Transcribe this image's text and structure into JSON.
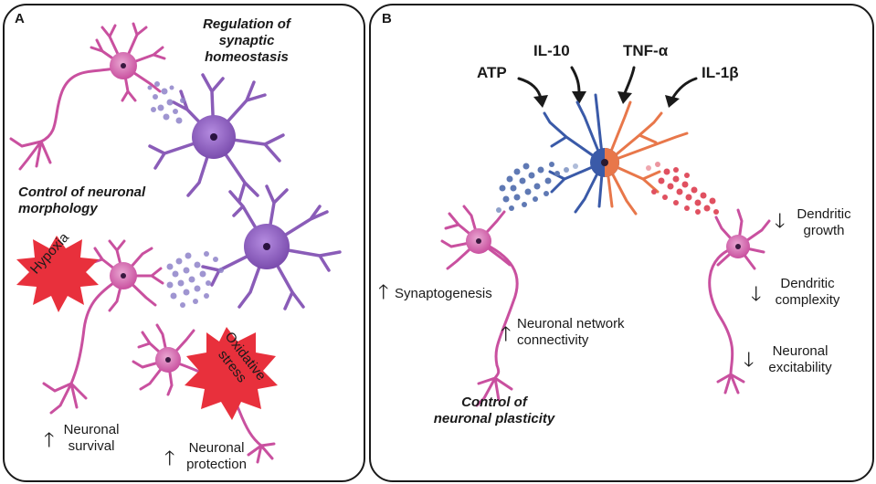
{
  "panel_a": {
    "letter": "A",
    "synaptic_title_1": "Regulation of synaptic",
    "synaptic_title_2": "homeostasis",
    "morphology_title_1": "Control of neuronal",
    "morphology_title_2": "morphology",
    "hypoxia": "Hypoxia",
    "oxidative_1": "Oxidative",
    "oxidative_2": "stress",
    "survival_1": "Neuronal",
    "survival_2": "survival",
    "protection_1": "Neuronal",
    "protection_2": "protection"
  },
  "panel_b": {
    "letter": "B",
    "cytokines": [
      "ATP",
      "IL-10",
      "TNF-α",
      "IL-1β"
    ],
    "synaptogenesis": "Synaptogenesis",
    "network_1": "Neuronal network",
    "network_2": "connectivity",
    "plasticity_1": "Control of",
    "plasticity_2": "neuronal plasticity",
    "dendritic_growth_1": "Dendritic",
    "dendritic_growth_2": "growth",
    "dendritic_complexity_1": "Dendritic",
    "dendritic_complexity_2": "complexity",
    "excitability_1": "Neuronal",
    "excitability_2": "excitability"
  },
  "arrows": {
    "up": "🡑",
    "down": "🡓"
  },
  "colors": {
    "neuron_pink": "#c9509f",
    "neuron_pink_light": "#e6a3cf",
    "glia_purple": "#8a5cb8",
    "glia_purple_light": "#a780d0",
    "microglia_blue": "#3a5aa8",
    "microglia_orange": "#e8774a",
    "vesicle_blue": "#5f79b4",
    "vesicle_red": "#e05060",
    "star_red": "#e8303c"
  }
}
